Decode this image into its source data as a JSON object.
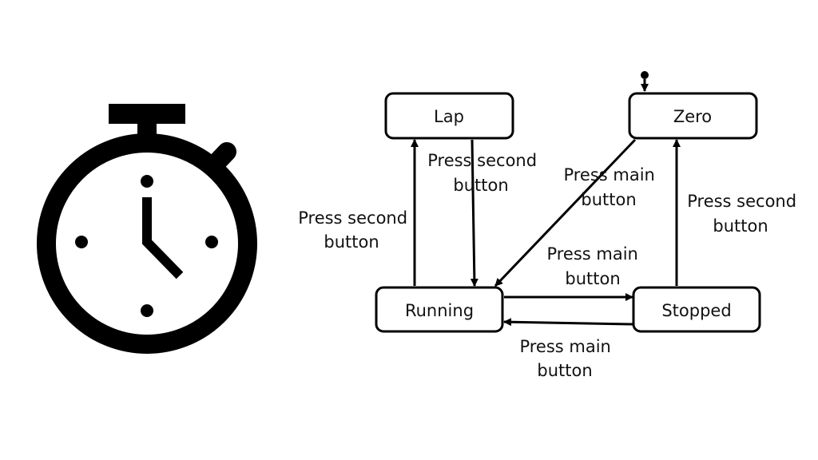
{
  "diagram": {
    "states": {
      "lap": "Lap",
      "zero": "Zero",
      "running": "Running",
      "stopped": "Stopped"
    },
    "transitions": {
      "running_to_lap": [
        "Press second",
        "button"
      ],
      "lap_to_running": [
        "Press second",
        "button"
      ],
      "zero_to_running": [
        "Press main",
        "button"
      ],
      "stopped_to_zero": [
        "Press second",
        "button"
      ],
      "running_to_stopped": [
        "Press main",
        "button"
      ],
      "stopped_to_running": [
        "Press main",
        "button"
      ]
    },
    "initial_state": "zero"
  },
  "icon": {
    "name": "stopwatch-icon",
    "color": "#000000",
    "hand_time": "4:00"
  }
}
